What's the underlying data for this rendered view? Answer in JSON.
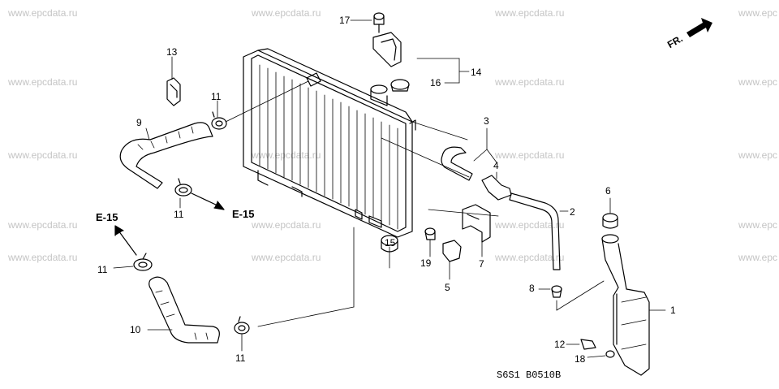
{
  "diagram": {
    "watermark": "www.epcdata.ru",
    "watermark_partial": "www.epc",
    "direction_label": "FR.",
    "section_refs": [
      "E-15",
      "E-15"
    ],
    "drawing_code": "S6S1  B0510B",
    "callouts": [
      "1",
      "2",
      "3",
      "4",
      "5",
      "6",
      "7",
      "8",
      "9",
      "10",
      "11",
      "11",
      "11",
      "11",
      "12",
      "13",
      "14",
      "15",
      "16",
      "17",
      "18",
      "19"
    ]
  }
}
